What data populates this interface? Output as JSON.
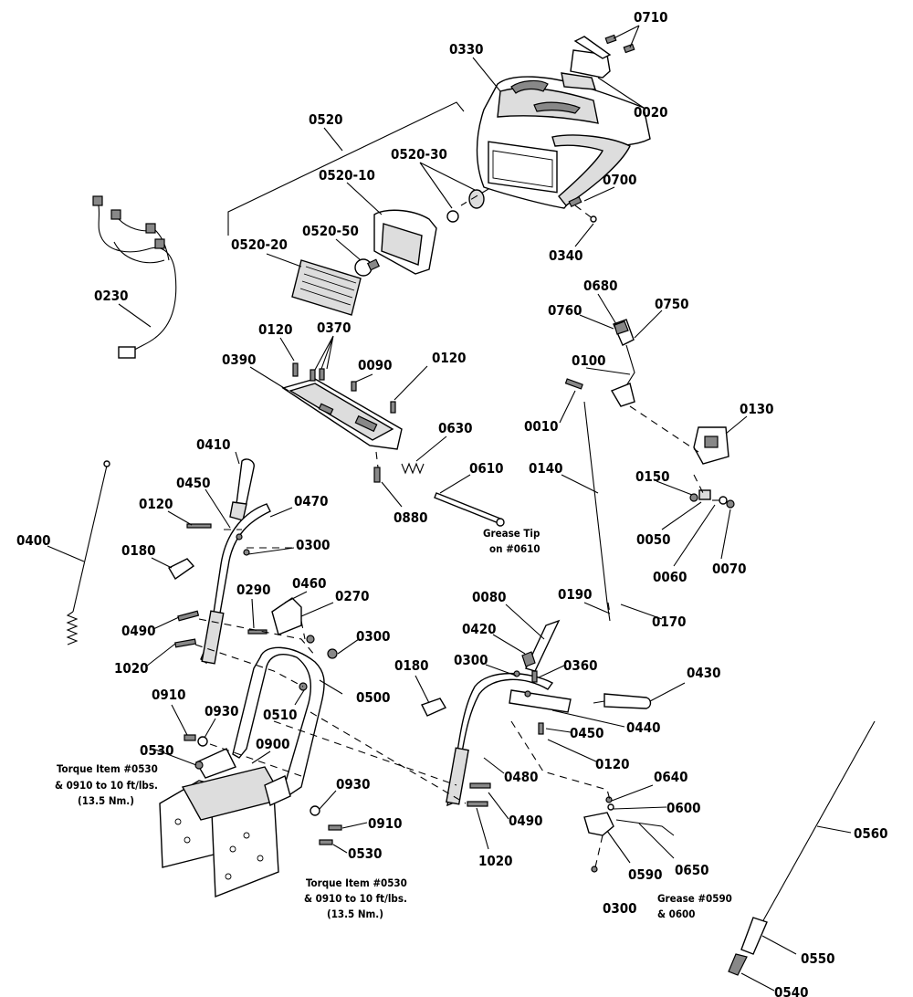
{
  "labels": {
    "p0710": "0710",
    "p0330": "0330",
    "p0020": "0020",
    "p0520": "0520",
    "p0520_30": "0520-30",
    "p0520_10": "0520-10",
    "p0700": "0700",
    "p0520_50": "0520-50",
    "p0520_20": "0520-20",
    "p0340": "0340",
    "p0230": "0230",
    "p0680": "0680",
    "p0760": "0760",
    "p0750": "0750",
    "p0120_a": "0120",
    "p0370": "0370",
    "p0390": "0390",
    "p0090": "0090",
    "p0120_b": "0120",
    "p0100": "0100",
    "p0010": "0010",
    "p0130": "0130",
    "p0630": "0630",
    "p0410": "0410",
    "p0610": "0610",
    "p0140": "0140",
    "p0150": "0150",
    "p0450_a": "0450",
    "p0470": "0470",
    "p0120_c": "0120",
    "p0880": "0880",
    "p0050": "0050",
    "p0400": "0400",
    "p0300_a": "0300",
    "p0180_a": "0180",
    "p0060": "0060",
    "p0070": "0070",
    "p0460": "0460",
    "p0290": "0290",
    "p0270": "0270",
    "p0080": "0080",
    "p0190": "0190",
    "p0170": "0170",
    "p0490_a": "0490",
    "p0300_b": "0300",
    "p0420": "0420",
    "p1020_a": "1020",
    "p0300_c": "0300",
    "p0360": "0360",
    "p0180_b": "0180",
    "p0430": "0430",
    "p0500": "0500",
    "p0910_a": "0910",
    "p0510": "0510",
    "p0930_a": "0930",
    "p0450_b": "0450",
    "p0440": "0440",
    "p0530_a": "0530",
    "p0900": "0900",
    "p0120_d": "0120",
    "p0480": "0480",
    "p0640": "0640",
    "p0930_b": "0930",
    "p0600": "0600",
    "p0490_b": "0490",
    "p0910_b": "0910",
    "p0560": "0560",
    "p0530_b": "0530",
    "p1020_b": "1020",
    "p0590": "0590",
    "p0650": "0650",
    "p0300_d": "0300",
    "p0550": "0550",
    "p0540": "0540"
  },
  "notes": {
    "grease_tip_1": "Grease Tip",
    "grease_tip_2": "on #0610",
    "torque_left_1": "Torque Item #0530",
    "torque_left_2": "& 0910 to 10 ft/lbs.",
    "torque_left_3": "(13.5 Nm.)",
    "torque_right_1": "Torque Item #0530",
    "torque_right_2": "& 0910 to 10 ft/lbs.",
    "torque_right_3": "(13.5 Nm.)",
    "grease_0590_1": "Grease #0590",
    "grease_0590_2": "& 0600"
  }
}
